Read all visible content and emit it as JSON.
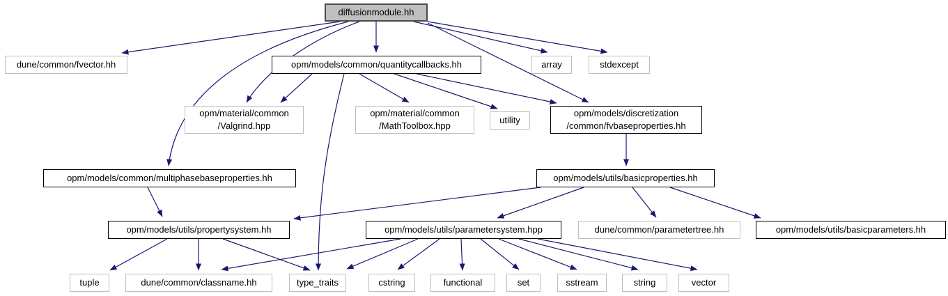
{
  "graph": {
    "title": "diffusionmodule.hh include dependency graph",
    "colors": {
      "edge": "#191970",
      "main_node_fill": "#bfbfbf",
      "linked_node_border": "#000000",
      "external_node_border": "#bebebe"
    },
    "nodes": [
      {
        "label": "diffusionmodule.hh",
        "kind": "main"
      },
      {
        "label": "dune/common/fvector.hh",
        "kind": "external"
      },
      {
        "label": "opm/models/common/quantitycallbacks.hh",
        "kind": "linked"
      },
      {
        "label": "array",
        "kind": "external"
      },
      {
        "label": "stdexcept",
        "kind": "external"
      },
      {
        "label": "opm/material/common\n/Valgrind.hpp",
        "kind": "external"
      },
      {
        "label": "opm/material/common\n/MathToolbox.hpp",
        "kind": "external"
      },
      {
        "label": "utility",
        "kind": "external"
      },
      {
        "label": "opm/models/discretization\n/common/fvbaseproperties.hh",
        "kind": "linked"
      },
      {
        "label": "opm/models/common/multiphasebaseproperties.hh",
        "kind": "linked"
      },
      {
        "label": "opm/models/utils/basicproperties.hh",
        "kind": "linked"
      },
      {
        "label": "opm/models/utils/propertysystem.hh",
        "kind": "linked"
      },
      {
        "label": "opm/models/utils/parametersystem.hpp",
        "kind": "linked"
      },
      {
        "label": "dune/common/parametertree.hh",
        "kind": "external"
      },
      {
        "label": "opm/models/utils/basicparameters.hh",
        "kind": "linked"
      },
      {
        "label": "tuple",
        "kind": "external"
      },
      {
        "label": "dune/common/classname.hh",
        "kind": "external"
      },
      {
        "label": "type_traits",
        "kind": "external"
      },
      {
        "label": "cstring",
        "kind": "external"
      },
      {
        "label": "functional",
        "kind": "external"
      },
      {
        "label": "set",
        "kind": "external"
      },
      {
        "label": "sstream",
        "kind": "external"
      },
      {
        "label": "string",
        "kind": "external"
      },
      {
        "label": "vector",
        "kind": "external"
      }
    ],
    "edges": [
      {
        "from": "diffusionmodule.hh",
        "to": "dune/common/fvector.hh"
      },
      {
        "from": "diffusionmodule.hh",
        "to": "opm/material/common/Valgrind.hpp"
      },
      {
        "from": "diffusionmodule.hh",
        "to": "opm/models/common/multiphasebaseproperties.hh"
      },
      {
        "from": "diffusionmodule.hh",
        "to": "opm/models/common/quantitycallbacks.hh"
      },
      {
        "from": "diffusionmodule.hh",
        "to": "array"
      },
      {
        "from": "diffusionmodule.hh",
        "to": "stdexcept"
      },
      {
        "from": "diffusionmodule.hh",
        "to": "opm/models/discretization/common/fvbaseproperties.hh"
      },
      {
        "from": "opm/models/common/quantitycallbacks.hh",
        "to": "opm/material/common/Valgrind.hpp"
      },
      {
        "from": "opm/models/common/quantitycallbacks.hh",
        "to": "opm/material/common/MathToolbox.hpp"
      },
      {
        "from": "opm/models/common/quantitycallbacks.hh",
        "to": "utility"
      },
      {
        "from": "opm/models/common/quantitycallbacks.hh",
        "to": "opm/models/discretization/common/fvbaseproperties.hh"
      },
      {
        "from": "opm/models/common/quantitycallbacks.hh",
        "to": "type_traits"
      },
      {
        "from": "opm/models/discretization/common/fvbaseproperties.hh",
        "to": "opm/models/utils/basicproperties.hh"
      },
      {
        "from": "opm/models/common/multiphasebaseproperties.hh",
        "to": "opm/models/utils/propertysystem.hh"
      },
      {
        "from": "opm/models/utils/basicproperties.hh",
        "to": "opm/models/utils/propertysystem.hh"
      },
      {
        "from": "opm/models/utils/basicproperties.hh",
        "to": "opm/models/utils/parametersystem.hpp"
      },
      {
        "from": "opm/models/utils/basicproperties.hh",
        "to": "dune/common/parametertree.hh"
      },
      {
        "from": "opm/models/utils/basicproperties.hh",
        "to": "opm/models/utils/basicparameters.hh"
      },
      {
        "from": "opm/models/utils/propertysystem.hh",
        "to": "tuple"
      },
      {
        "from": "opm/models/utils/propertysystem.hh",
        "to": "dune/common/classname.hh"
      },
      {
        "from": "opm/models/utils/propertysystem.hh",
        "to": "type_traits"
      },
      {
        "from": "opm/models/utils/parametersystem.hpp",
        "to": "dune/common/classname.hh"
      },
      {
        "from": "opm/models/utils/parametersystem.hpp",
        "to": "type_traits"
      },
      {
        "from": "opm/models/utils/parametersystem.hpp",
        "to": "cstring"
      },
      {
        "from": "opm/models/utils/parametersystem.hpp",
        "to": "functional"
      },
      {
        "from": "opm/models/utils/parametersystem.hpp",
        "to": "set"
      },
      {
        "from": "opm/models/utils/parametersystem.hpp",
        "to": "sstream"
      },
      {
        "from": "opm/models/utils/parametersystem.hpp",
        "to": "string"
      },
      {
        "from": "opm/models/utils/parametersystem.hpp",
        "to": "vector"
      }
    ]
  }
}
